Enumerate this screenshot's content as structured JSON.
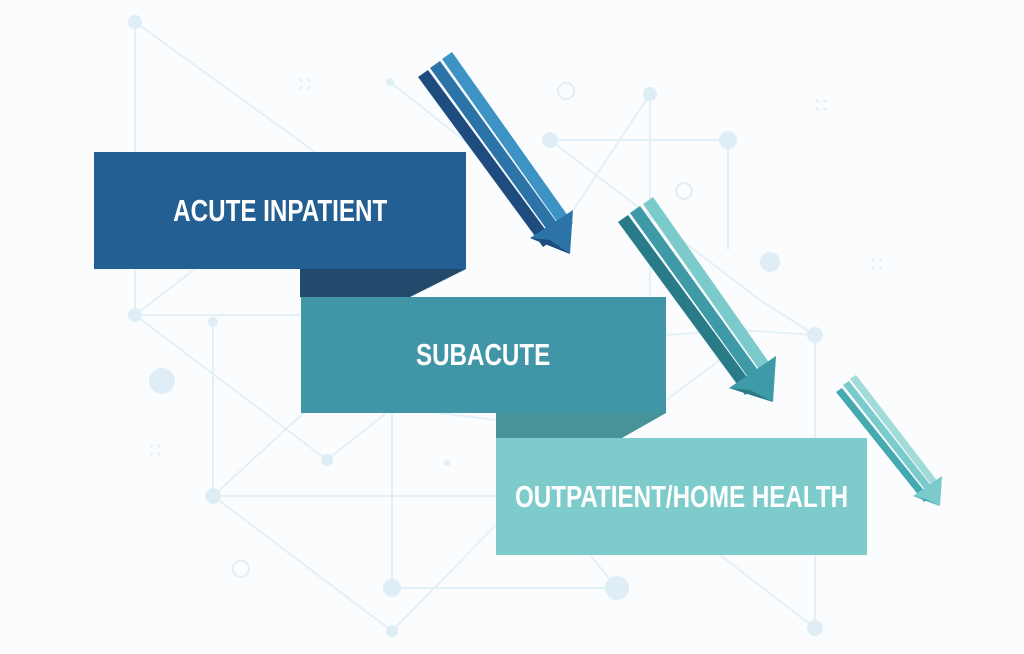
{
  "diagram": {
    "title": "",
    "type": "care-continuum-step-down",
    "stages": [
      {
        "id": "acute",
        "label": "ACUTE INPATIENT",
        "color": "#245f93",
        "shadow_color": "#214a6d",
        "order": 1
      },
      {
        "id": "subacute",
        "label": "SUBACUTE",
        "color": "#4096a6",
        "shadow_color": "#48929a",
        "order": 2
      },
      {
        "id": "outpatient",
        "label": "OUTPATIENT/HOME HEALTH",
        "color": "#7ecbcb",
        "shadow_color": null,
        "order": 3
      }
    ],
    "arrows": [
      {
        "from": "acute",
        "to": "subacute",
        "direction": "down-right",
        "colors": [
          "#1f4c7e",
          "#2c74a8",
          "#3d94c4"
        ]
      },
      {
        "from": "subacute",
        "to": "outpatient",
        "direction": "down-right",
        "colors": [
          "#2a7b88",
          "#3d9aa6",
          "#7ccbcc"
        ]
      },
      {
        "from": "outpatient",
        "to": "beyond",
        "direction": "down-right",
        "colors": [
          "#44aab0",
          "#7ccbcc",
          "#a2dcda"
        ]
      }
    ],
    "background": {
      "style": "network-nodes",
      "line_color": "#e3f0f7",
      "node_color": "#deedf6"
    }
  }
}
